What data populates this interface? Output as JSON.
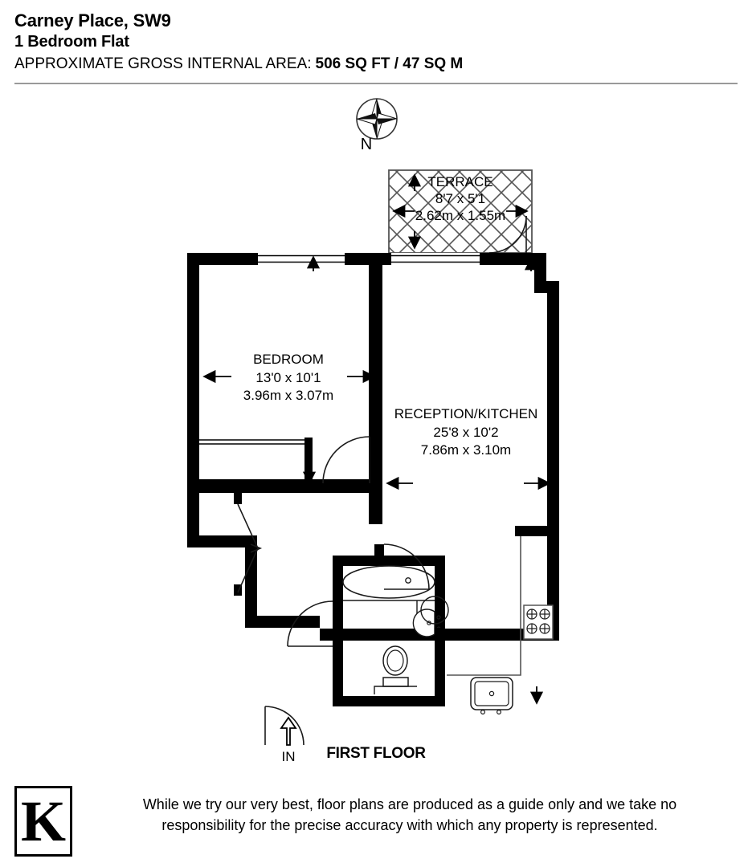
{
  "header": {
    "property_name": "Carney Place, SW9",
    "property_type": "1 Bedroom Flat",
    "area_label": "APPROXIMATE GROSS INTERNAL AREA:",
    "area_value": "506 SQ FT / 47 SQ M"
  },
  "compass": {
    "icon": "compass-rose-icon",
    "north_label": "N"
  },
  "rooms": {
    "terrace": {
      "name": "TERRACE",
      "dim_imperial": "8'7 x 5'1",
      "dim_metric": "2.62m x 1.55m"
    },
    "bedroom": {
      "name": "BEDROOM",
      "dim_imperial": "13'0 x 10'1",
      "dim_metric": "3.96m x 3.07m"
    },
    "reception_kitchen": {
      "name": "RECEPTION/KITCHEN",
      "dim_imperial": "25'8 x 10'2",
      "dim_metric": "7.86m x 3.10m"
    }
  },
  "entrance": {
    "label": "IN",
    "icon": "entrance-arrow-icon"
  },
  "fixtures": {
    "bathtub": "bathtub-icon",
    "washbasin": "washbasin-icon",
    "toilet": "toilet-icon",
    "hob": "kitchen-hob-icon",
    "kitchen_sink": "kitchen-sink-icon"
  },
  "floor_caption": "FIRST FLOOR",
  "footer": {
    "logo_letter": "K",
    "disclaimer_line1": "While we try our very best, floor plans are produced as a guide only and we take no",
    "disclaimer_line2": "responsibility for the precise accuracy with which any property is represented."
  },
  "colors": {
    "wall": "#000000",
    "background": "#ffffff",
    "rule": "#9a9a9a",
    "fixture_outline": "#1a1a1a",
    "hatch": "#555555"
  }
}
